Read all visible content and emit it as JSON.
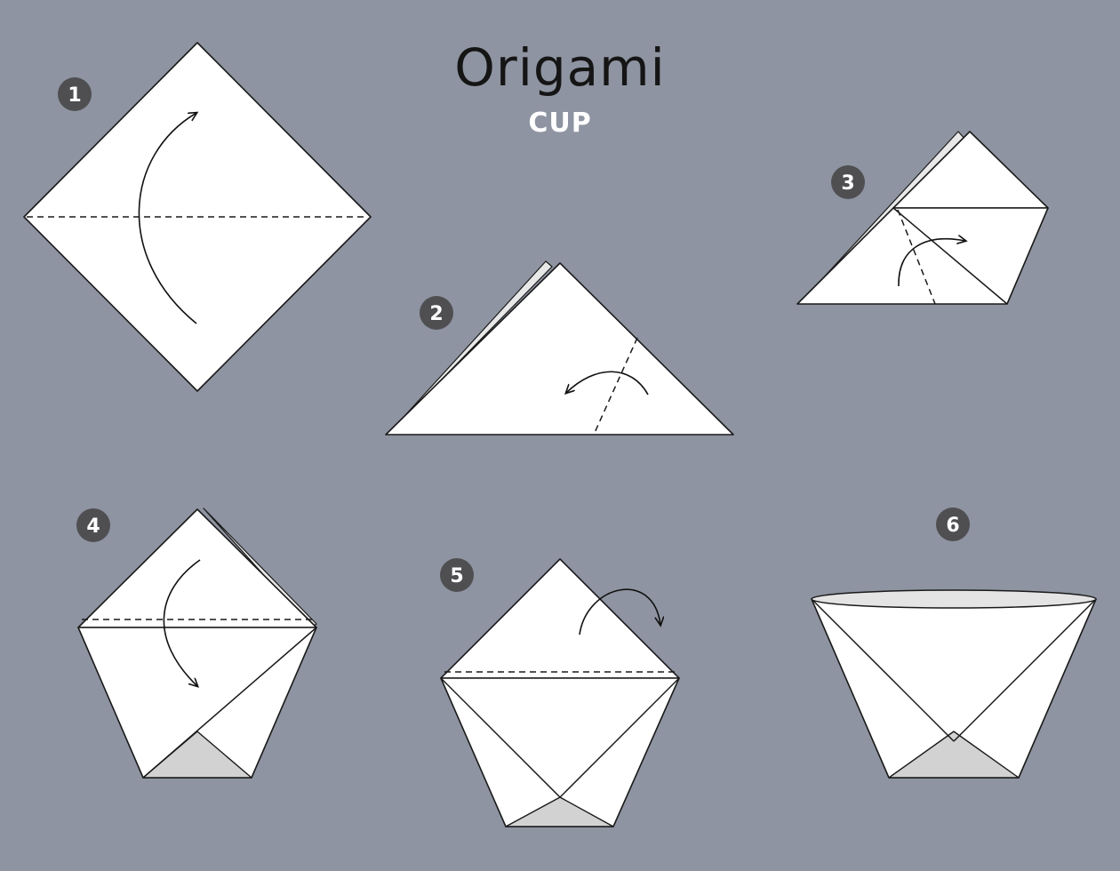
{
  "title": "Origami",
  "subtitle": "CUP",
  "steps": [
    {
      "number": "1"
    },
    {
      "number": "2"
    },
    {
      "number": "3"
    },
    {
      "number": "4"
    },
    {
      "number": "5"
    },
    {
      "number": "6"
    }
  ],
  "colors": {
    "background": "#8e94a1",
    "paper": "#ffffff",
    "badge": "#4f4f52",
    "shade": "#d2d2d2"
  }
}
